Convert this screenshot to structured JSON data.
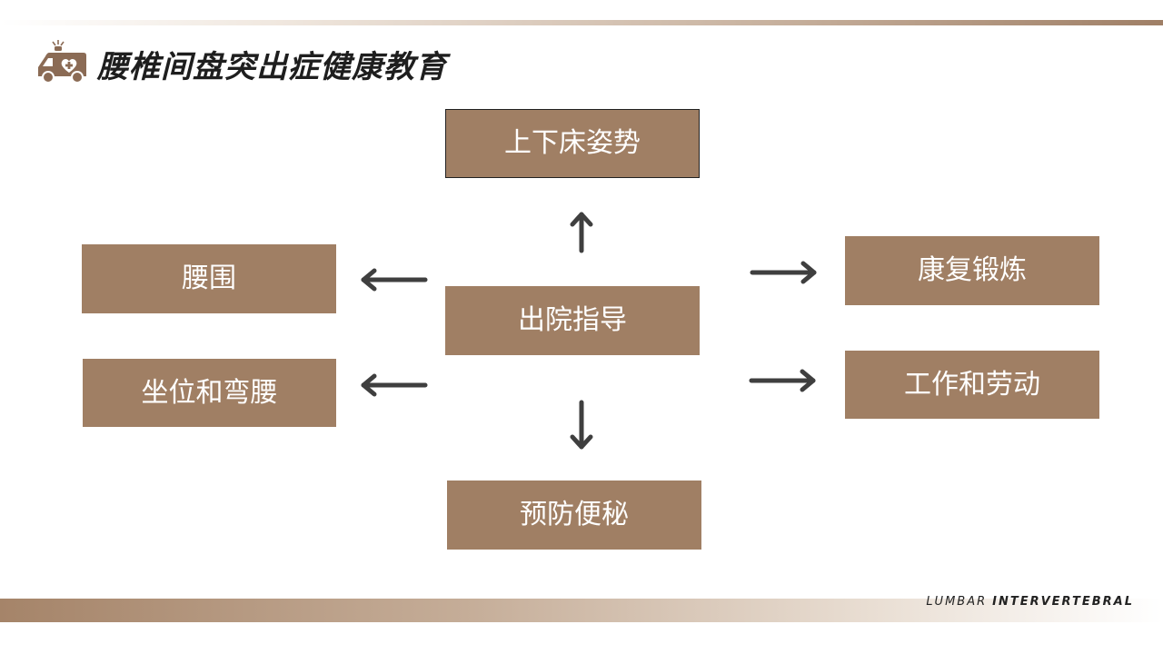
{
  "header": {
    "title": "腰椎间盘突出症健康教育"
  },
  "diagram": {
    "center": "出院指导",
    "top": "上下床姿势",
    "bottom": "预防便秘",
    "left_top": "腰围",
    "left_bottom": "坐位和弯腰",
    "right_top": "康复锻炼",
    "right_bottom": "工作和劳动"
  },
  "footer": {
    "word1": "LUMBAR",
    "word2": "INTERVERTEBRAL"
  },
  "colors": {
    "box_fill": "#a07f64",
    "arrow": "#3f3f3f",
    "accent": "#9f7f66"
  },
  "icons": {
    "logo": "ambulance-icon"
  }
}
